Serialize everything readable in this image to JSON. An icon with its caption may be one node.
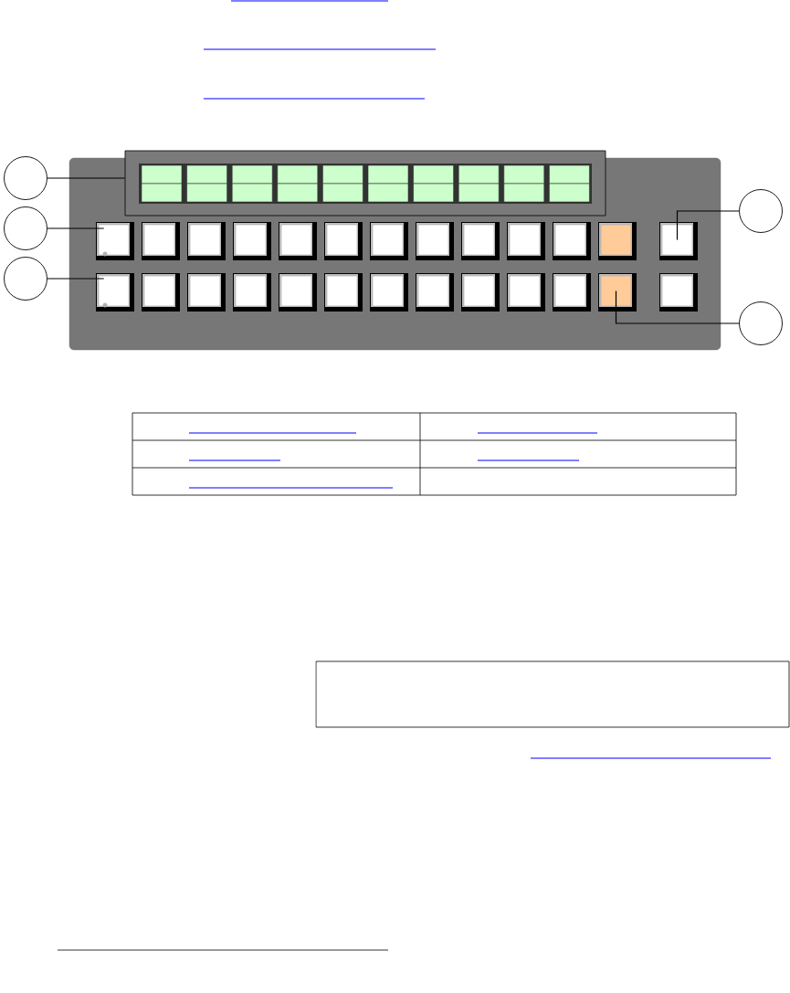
{
  "diagram": {
    "nodes": [
      {
        "text": [],
        "shape": "circle"
      },
      {
        "text": [],
        "shape": "box"
      },
      {
        "text": [],
        "shape": "circle"
      },
      {
        "text": [],
        "shape": "box"
      },
      {
        "text": [],
        "shape": "circle"
      },
      {
        "text": [],
        "shape": "box"
      },
      {
        "text": [],
        "shape": "circle"
      },
      {
        "text": [],
        "shape": "box"
      },
      {
        "text": [],
        "shape": "circle"
      },
      {
        "text": [],
        "shape": "box"
      },
      {
        "text": [],
        "shape": "box"
      }
    ],
    "edges": [
      {
        "from": 0,
        "to": 1,
        "arrow": "none"
      },
      {
        "from": 2,
        "to": 3,
        "arrow": "none"
      },
      {
        "from": 4,
        "to": 5,
        "arrow": "none"
      },
      {
        "from": 6,
        "to": 7,
        "arrow": "none"
      },
      {
        "from": 8,
        "to": 9,
        "arrow": "none"
      }
    ]
  }
}
